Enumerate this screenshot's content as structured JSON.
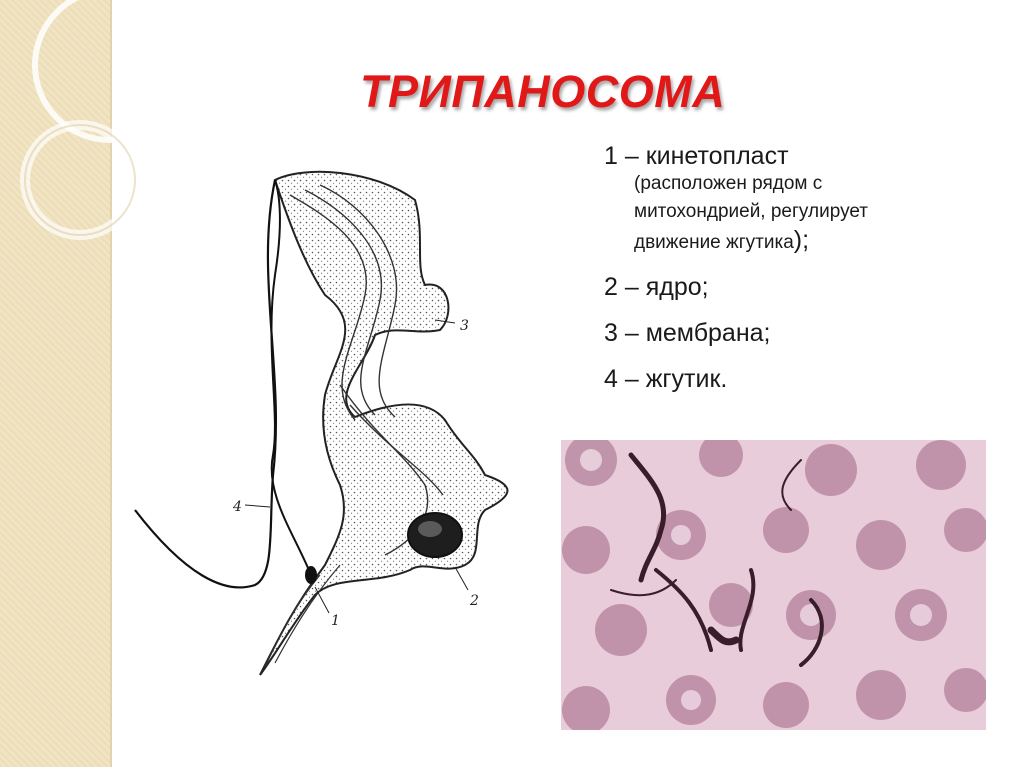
{
  "slide": {
    "title": "ТРИПАНОСОМА",
    "legend": [
      {
        "text": "1 – кинетопласт"
      },
      {
        "text": "2 – ядро;"
      },
      {
        "text": "3 – мембрана;"
      },
      {
        "text": "4 – жгутик."
      }
    ],
    "note": {
      "line1": "(расположен рядом с",
      "line2": "митохондрией, регулирует",
      "line3": "движение жгутика",
      "close": ");"
    },
    "diagram_labels": [
      "1",
      "2",
      "3",
      "4"
    ],
    "colors": {
      "title": "#e11818",
      "band": "#f1e4c2",
      "photo_bg": "#e9ccd9",
      "cell": "#b889a0",
      "parasite": "#3a1d2a"
    }
  }
}
